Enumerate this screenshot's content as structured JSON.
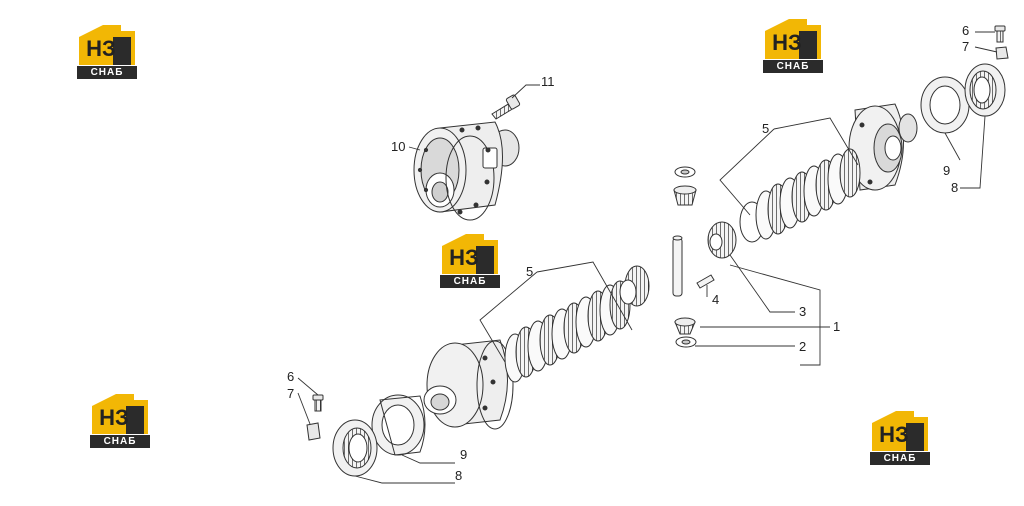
{
  "callouts": {
    "c1": "1",
    "c2": "2",
    "c3": "3",
    "c4": "4",
    "c5a": "5",
    "c5b": "5",
    "c6a": "6",
    "c6b": "6",
    "c7a": "7",
    "c7b": "7",
    "c8a": "8",
    "c8b": "8",
    "c9a": "9",
    "c9b": "9",
    "c10": "10",
    "c11": "11"
  },
  "logo": {
    "mark": "НЗ",
    "text": "СНАБ"
  },
  "colors": {
    "line": "#333333",
    "logo_yellow": "#f2b705",
    "logo_dark": "#2b2b2b",
    "part_fill": "#f1f1f1",
    "part_shade": "#b5b5b5"
  }
}
